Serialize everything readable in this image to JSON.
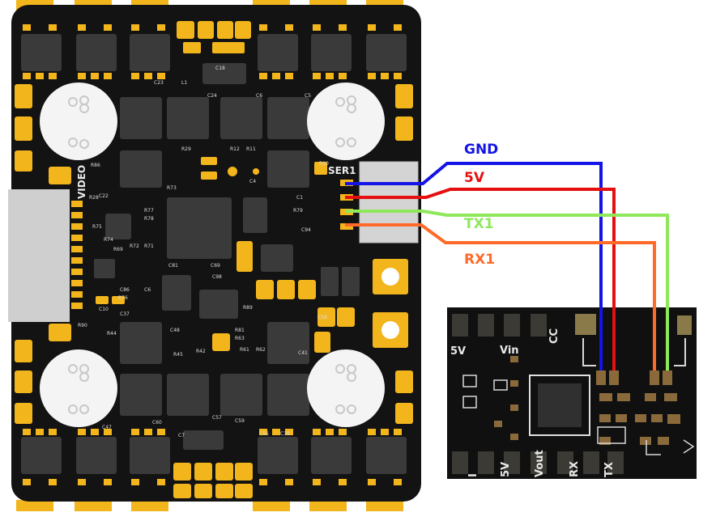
{
  "wires": [
    {
      "name": "GND",
      "color": "#1414e6"
    },
    {
      "name": "5V",
      "color": "#e60f0f"
    },
    {
      "name": "TX1",
      "color": "#8ee85a"
    },
    {
      "name": "RX1",
      "color": "#ff6a2a"
    }
  ],
  "fc_board": {
    "video_label": "VIDEO",
    "serial_label": "SER1",
    "component_labels": [
      "C23",
      "L1",
      "C18",
      "C24",
      "C6",
      "C5",
      "R86",
      "R29",
      "R12",
      "R11",
      "R10",
      "R73",
      "C4",
      "R28",
      "C22",
      "R77",
      "R78",
      "R75",
      "R79",
      "C94",
      "C1",
      "R74",
      "R72",
      "R71",
      "R69",
      "C81",
      "C69",
      "C98",
      "C86",
      "C10",
      "C6",
      "R76",
      "C37",
      "R89",
      "C58",
      "R90",
      "R44",
      "C48",
      "R45",
      "R42",
      "R81",
      "R63",
      "R61",
      "R62",
      "C41",
      "C47",
      "C60",
      "C57",
      "C59",
      "C56",
      "C39",
      "C7"
    ]
  },
  "gps_module": {
    "top_labels": [
      "5V",
      "Vin",
      "CC"
    ],
    "bottom_labels": [
      "I",
      "5V",
      "Vout",
      "RX",
      "TX"
    ]
  }
}
